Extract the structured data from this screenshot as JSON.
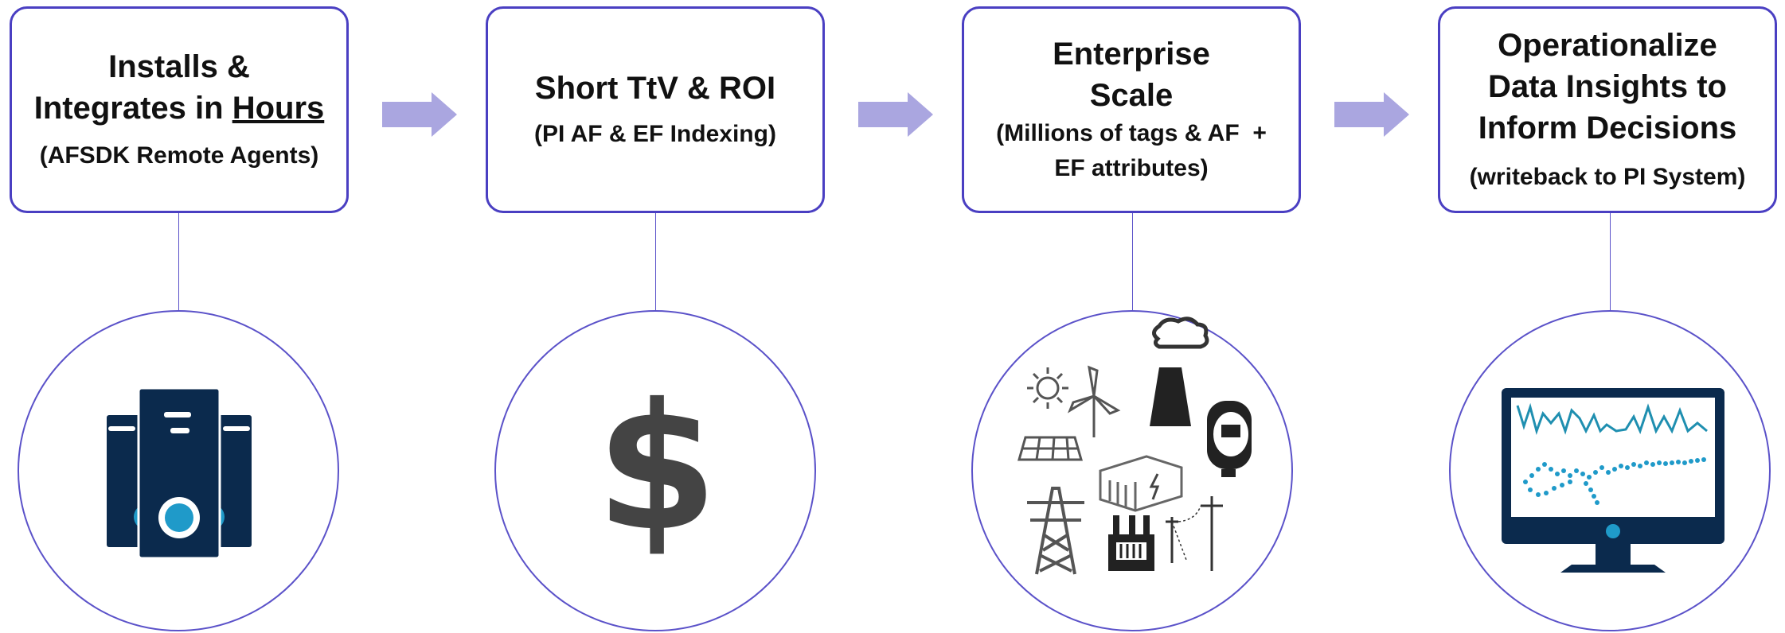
{
  "colors": {
    "border": "#4a3fc2",
    "arrow": "#aaa6e0",
    "navy": "#0b2a4d",
    "accent": "#1f9ac9",
    "gray": "#444444"
  },
  "steps": [
    {
      "title_line1": "Installs &",
      "title_line2_prefix": "Integrates in ",
      "title_line2_underlined": "Hours",
      "subtitle": "(AFSDK Remote Agents)",
      "icon": "server-icon"
    },
    {
      "title": "Short TtV & ROI",
      "subtitle": "(PI AF & EF Indexing)",
      "icon": "dollar-icon"
    },
    {
      "title_line1": "Enterprise",
      "title_line2": "Scale",
      "subtitle_line1": "(Millions of tags & AF  +",
      "subtitle_line2": "EF attributes)",
      "icon": "energy-assets-icon"
    },
    {
      "title_line1": "Operationalize",
      "title_line2": "Data Insights to",
      "title_line3": "Inform Decisions",
      "subtitle": "(writeback to PI System)",
      "icon": "monitor-chart-icon"
    }
  ]
}
